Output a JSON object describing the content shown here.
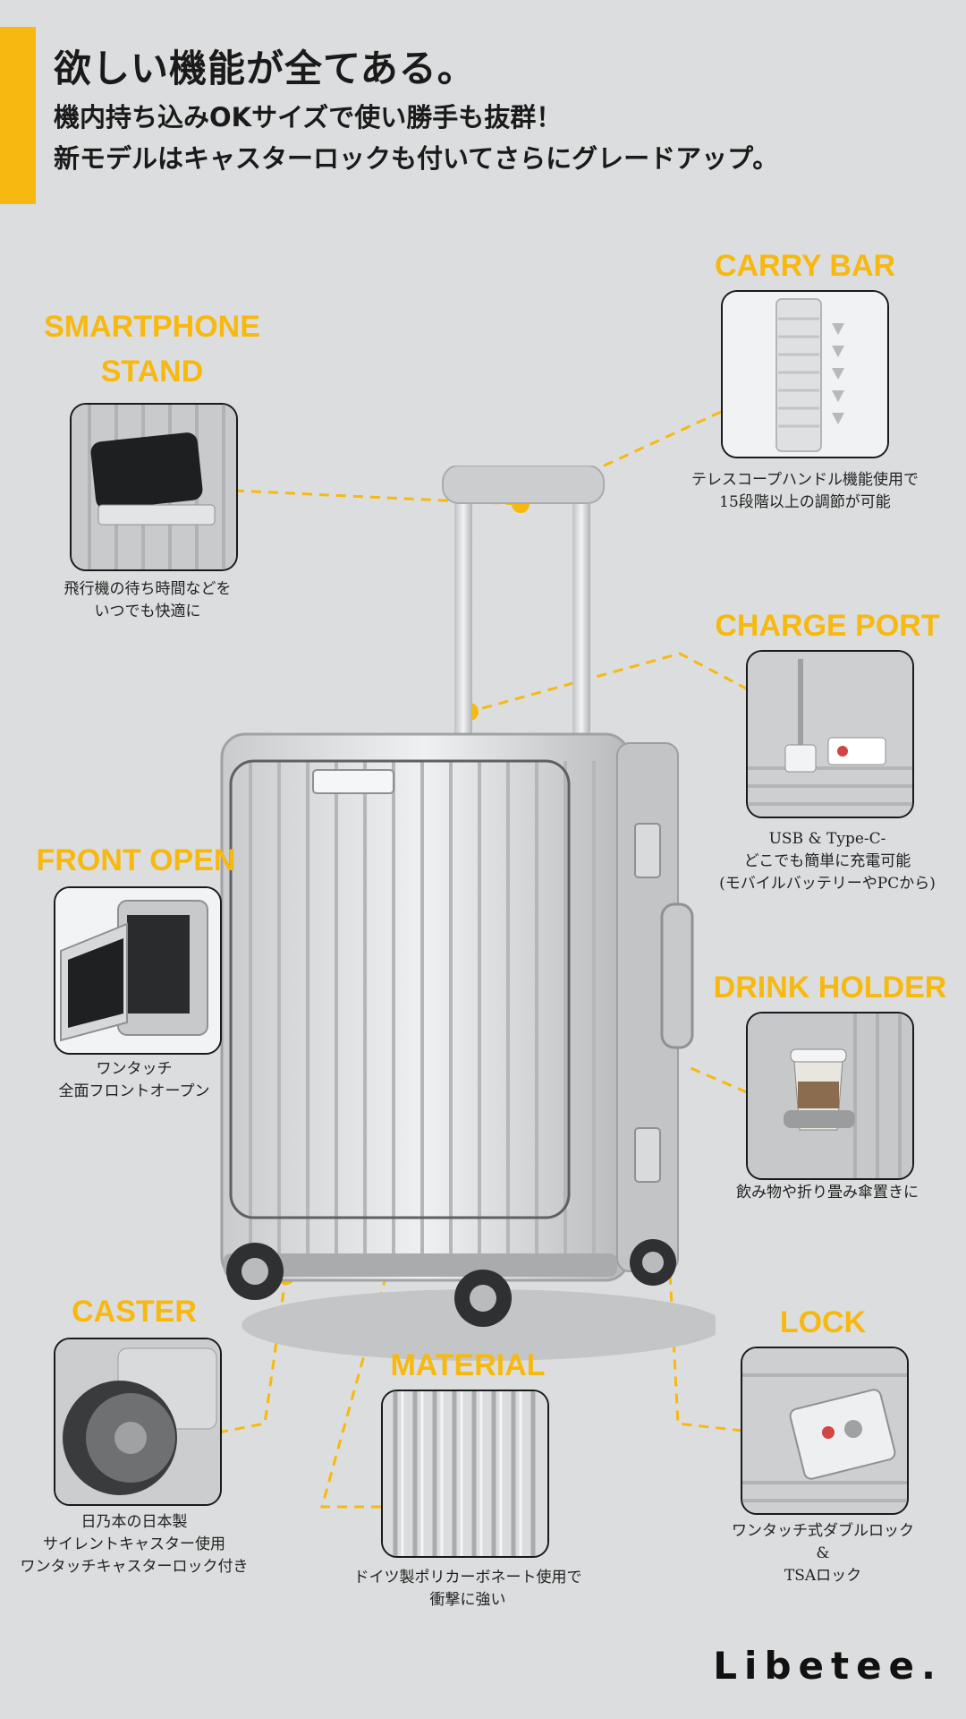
{
  "headline": {
    "line1": "欲しい機能が全てある。",
    "line2": "機内持ち込みOKサイズで使い勝手も抜群！",
    "line3": "新モデルはキャスターロックも付いてさらにグレードアップ。"
  },
  "features": {
    "carry_bar": {
      "title": "CARRY BAR",
      "caption": "テレスコープハンドル機能使用で\n15段階以上の調節が可能"
    },
    "smartphone_stand": {
      "title": "SMARTPHONE\nSTAND",
      "caption": "飛行機の待ち時間などを\nいつでも快適に"
    },
    "charge_port": {
      "title": "CHARGE PORT",
      "caption": "USB & Type-C-\nどこでも簡単に充電可能\n(モバイルバッテリーやPCから)"
    },
    "front_open": {
      "title": "FRONT OPEN",
      "caption": "ワンタッチ\n全面フロントオープン"
    },
    "drink_holder": {
      "title": "DRINK HOLDER",
      "caption": "飲み物や折り畳み傘置きに"
    },
    "caster": {
      "title": "CASTER",
      "caption": "日乃本の日本製\nサイレントキャスター使用\nワンタッチキャスターロック付き"
    },
    "material": {
      "title": "MATERIAL",
      "caption": "ドイツ製ポリカーボネート使用で\n衝撃に強い"
    },
    "lock": {
      "title": "LOCK",
      "caption": "ワンタッチ式ダブルロック\n&\nTSAロック"
    }
  },
  "brand": "Libetee.",
  "colors": {
    "accent": "#f7b90f",
    "background": "#dcddde",
    "text": "#1a1a1a"
  },
  "icons": {
    "drink_holder": "coffee-cup-icon",
    "carry_bar": "arrow-down-icon"
  }
}
